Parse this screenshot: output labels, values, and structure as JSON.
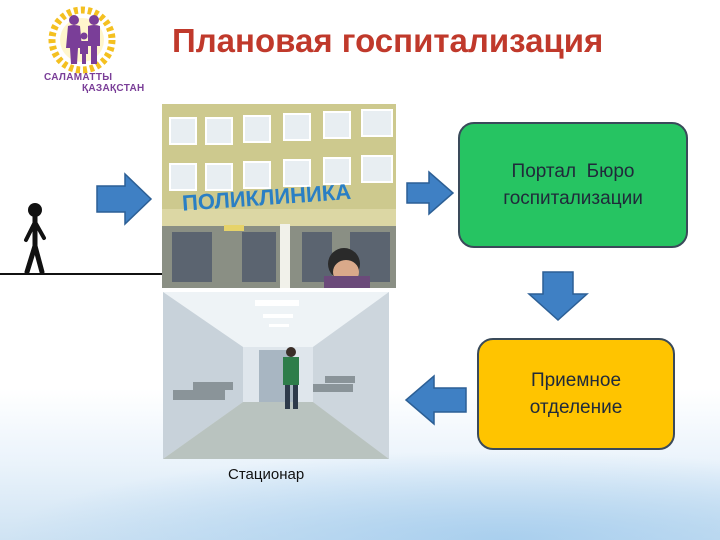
{
  "slide": {
    "title": "Плановая госпитализация"
  },
  "logo": {
    "line1": "САЛАМАТТЫ",
    "line2": "ҚАЗАҚСТАН"
  },
  "clinic_photo": {
    "sign_text": "ПОЛИКЛИНИКА"
  },
  "boxes": {
    "portal": {
      "line1": "Портал  Бюро",
      "line2": "госпитализации",
      "color": "#26c462"
    },
    "reception": {
      "line1": "Приемное",
      "line2": "отделение",
      "color": "#ffc400"
    }
  },
  "hospital_photo": {
    "caption": "Стационар"
  },
  "colors": {
    "title": "#c0392b",
    "arrow_fill": "#3f80c4",
    "logo_sun": "#f4c020",
    "logo_text": "#7a3e98"
  }
}
